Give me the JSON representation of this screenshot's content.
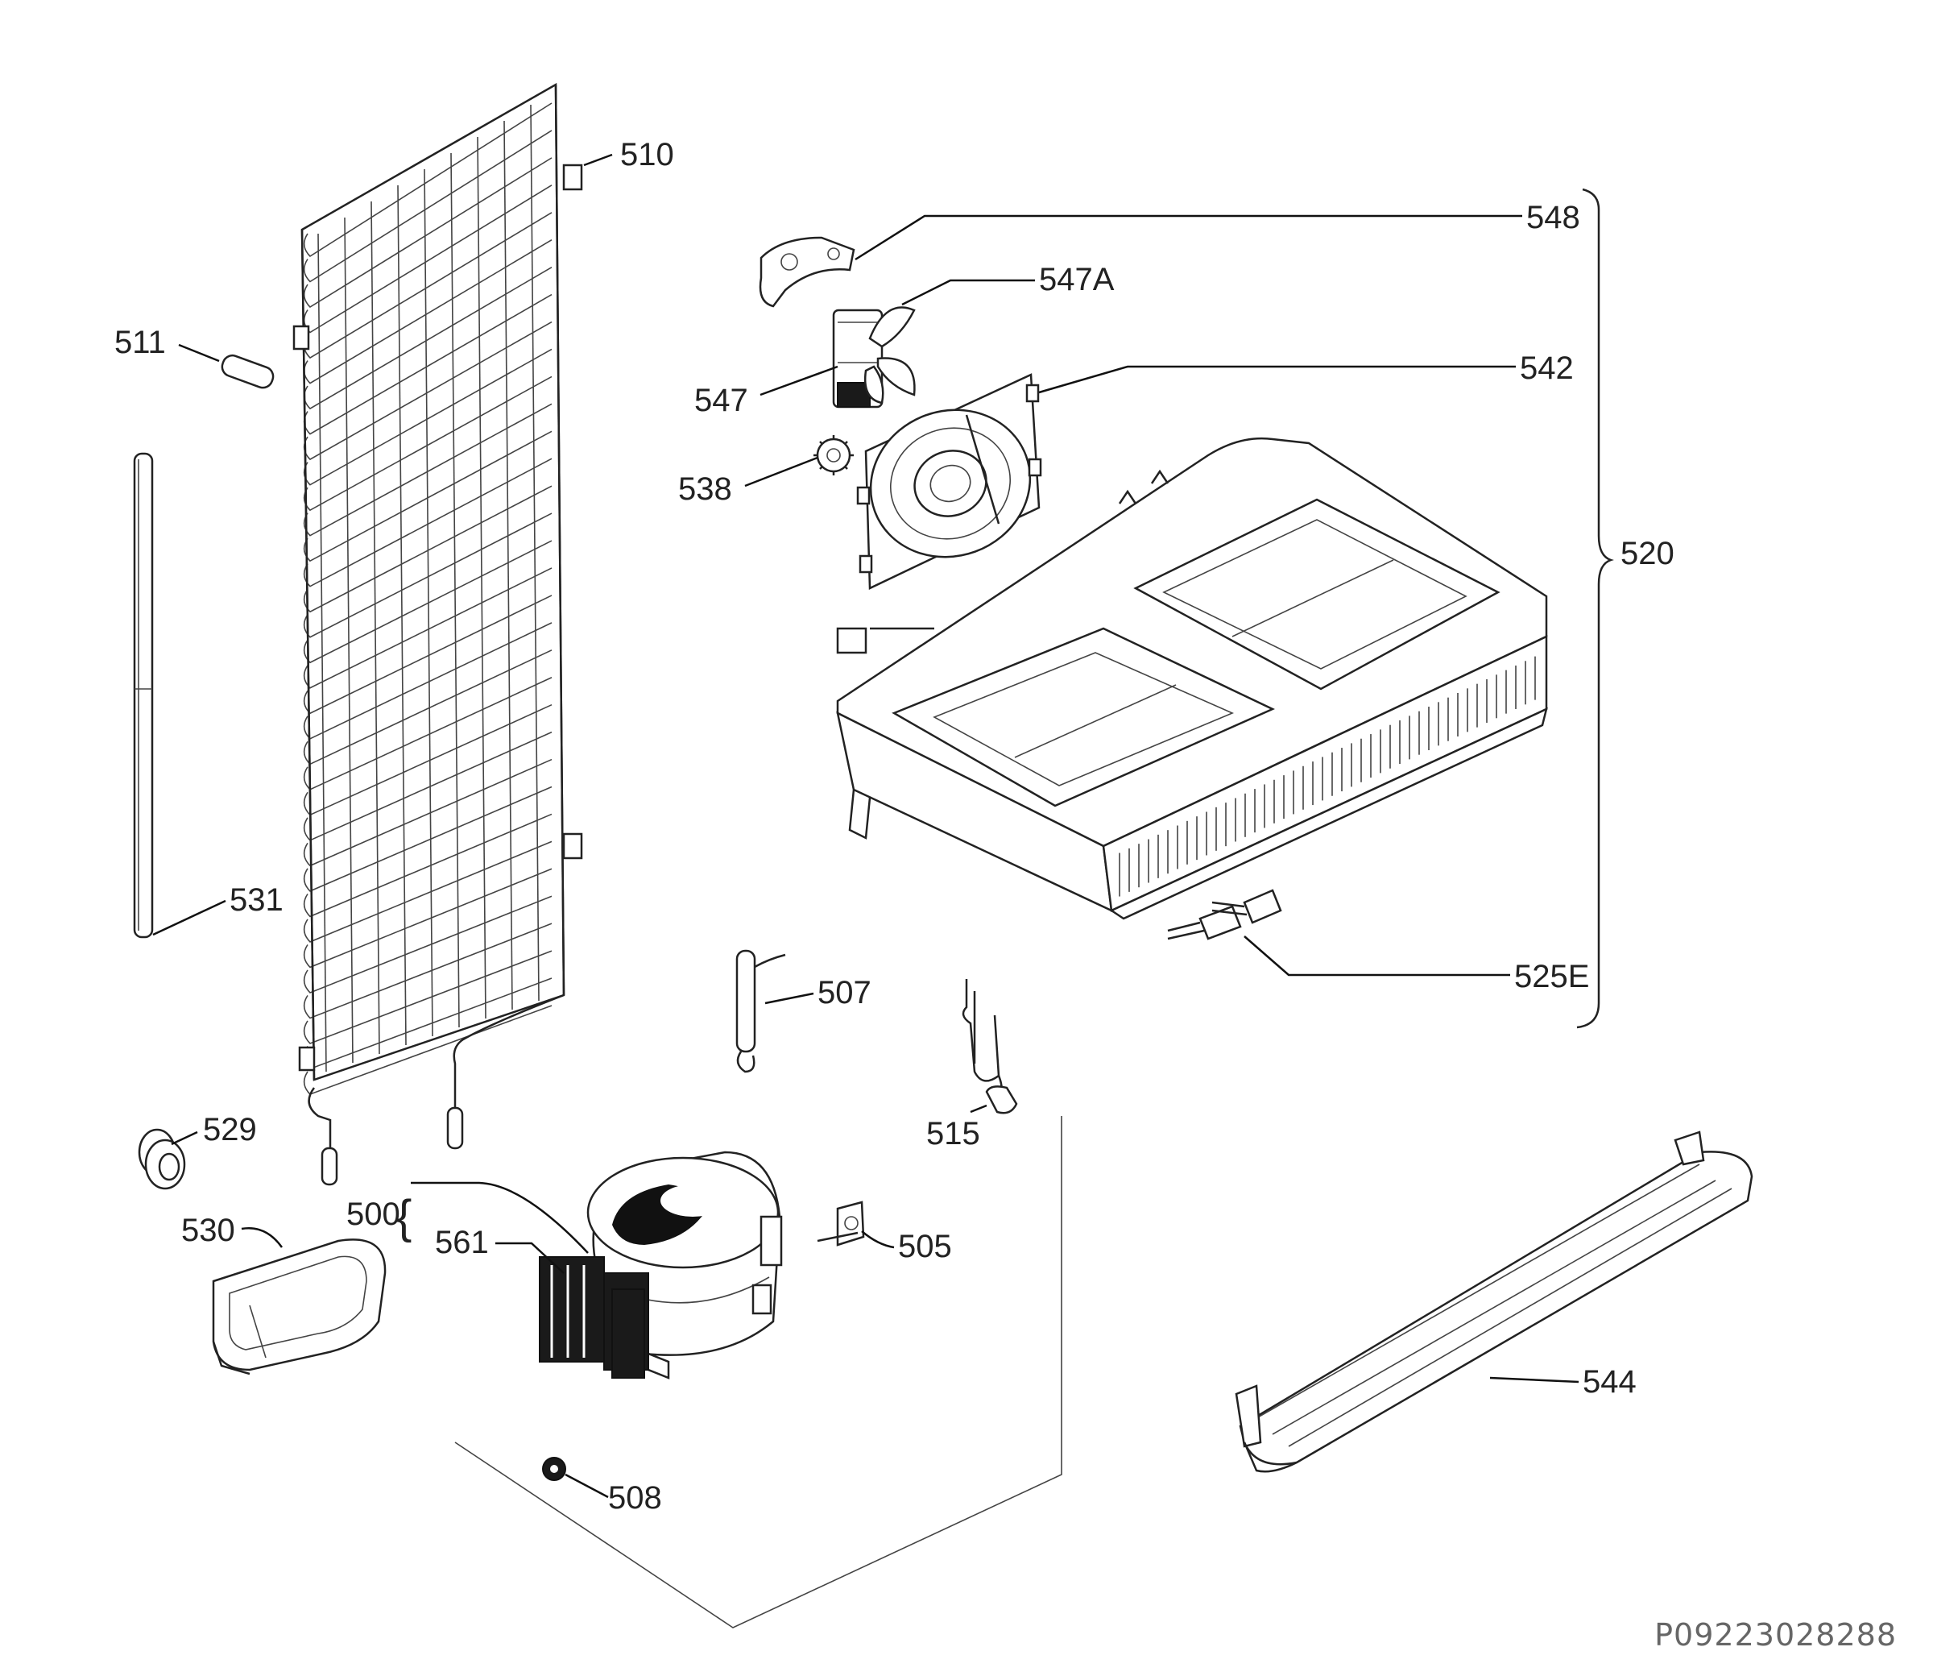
{
  "diagram": {
    "document_id": "P09223028288",
    "labels": {
      "p510": "510",
      "p511": "511",
      "p531": "531",
      "p529": "529",
      "p530": "530",
      "p500": "500",
      "p561": "561",
      "p508": "508",
      "p505": "505",
      "p507": "507",
      "p515": "515",
      "p548": "548",
      "p547A": "547A",
      "p547": "547",
      "p542": "542",
      "p538": "538",
      "p520": "520",
      "p525E": "525E",
      "p544": "544"
    }
  }
}
